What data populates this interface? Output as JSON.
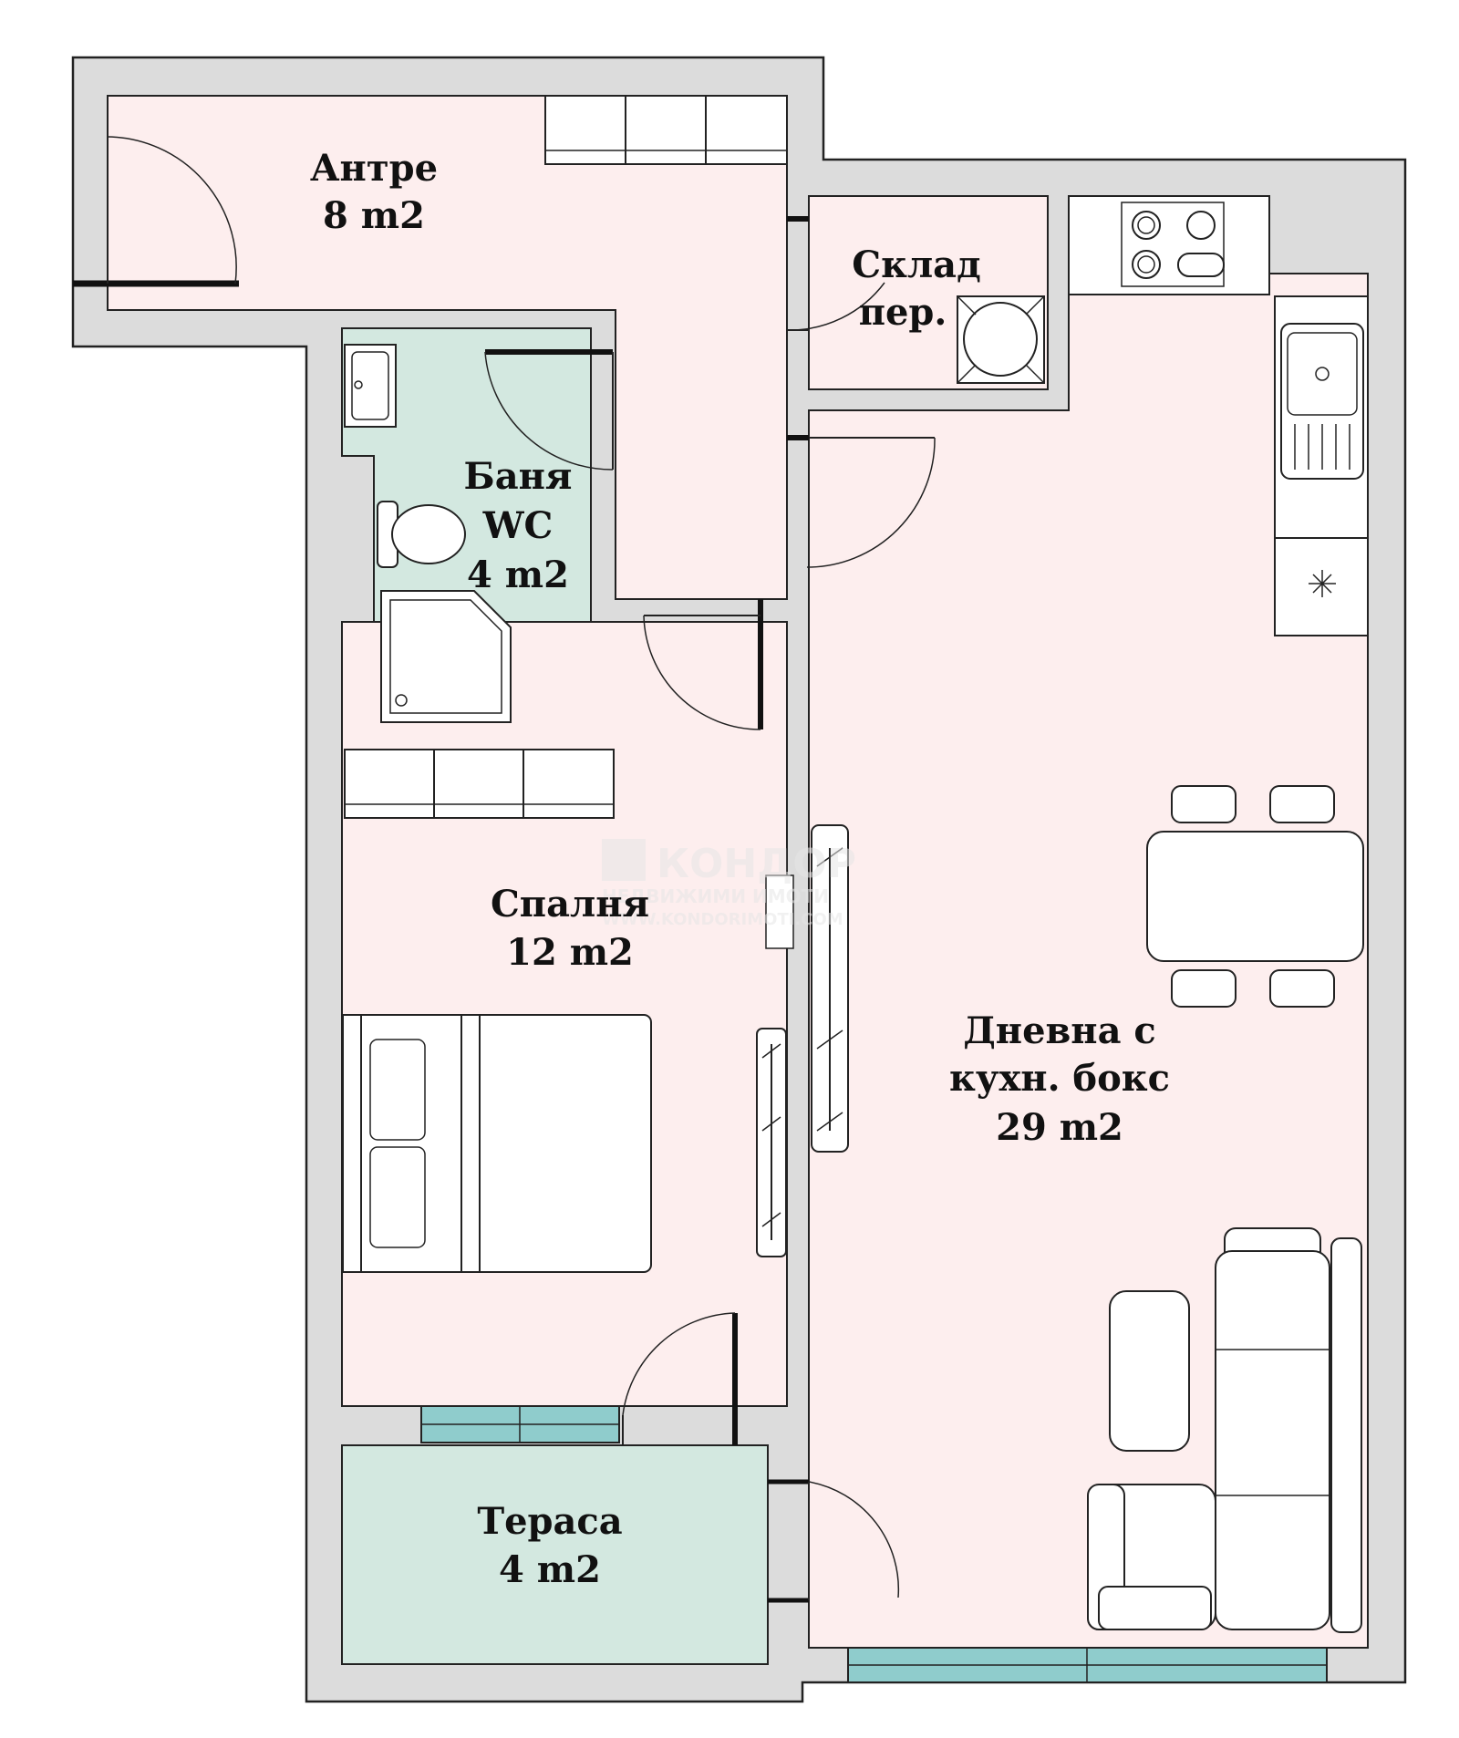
{
  "rooms": {
    "entry": {
      "name": "Антре",
      "area": "8 m2"
    },
    "storage": {
      "name": "Склад",
      "note": "пер."
    },
    "bath": {
      "name": "Баня",
      "sub": "WC",
      "area": "4 m2"
    },
    "bedroom": {
      "name": "Спалня",
      "area": "12 m2"
    },
    "living": {
      "line1": "Дневна с",
      "line2": "кухн. бокс",
      "area": "29 m2"
    },
    "terrace": {
      "name": "Тераса",
      "area": "4 m2"
    }
  },
  "watermark": {
    "brand": "КОНДОР",
    "tagline": "НЕДВИЖИМИ ИМОТИ",
    "site": "WWW.KONDORIMOTI.COM"
  },
  "colors": {
    "wall": "#dcdcdc",
    "room": "#fdeeee",
    "bath": "#d3e8e0",
    "terrace": "#d3e8e0",
    "window": "#8fcccc",
    "line": "#222222"
  }
}
